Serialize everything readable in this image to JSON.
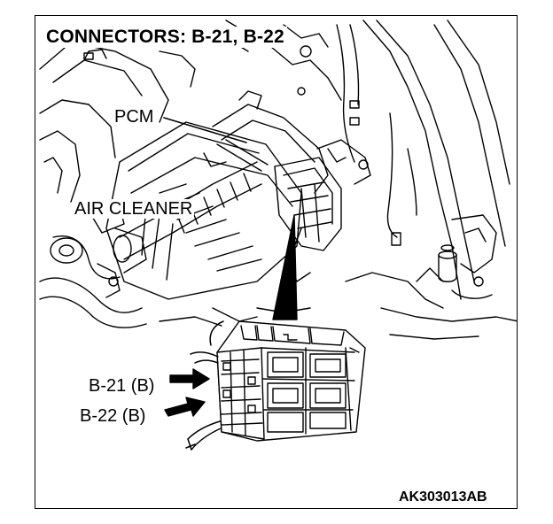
{
  "title": "CONNECTORS: B-21, B-22",
  "labels": {
    "pcm": "PCM",
    "air_cleaner": "AIR CLEANER",
    "b21": "B-21 (B)",
    "b22": "B-22 (B)"
  },
  "figure_code": "AK303013AB",
  "colors": {
    "line": "#000000",
    "background": "#ffffff"
  }
}
